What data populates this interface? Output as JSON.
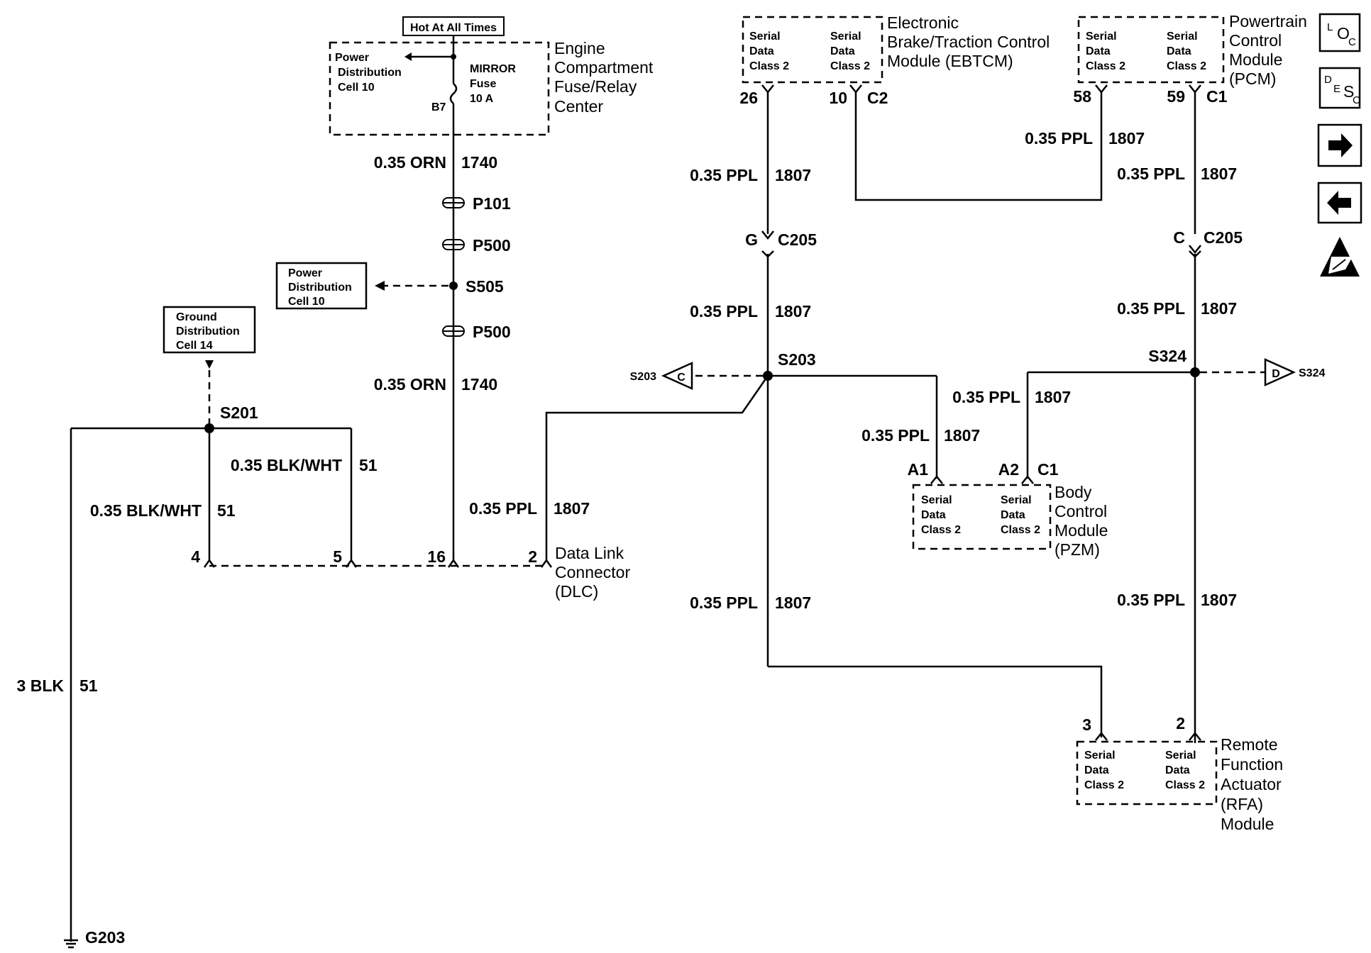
{
  "hot_at_all_times": "Hot At All Times",
  "fuse_center": {
    "title": [
      "Engine",
      "Compartment",
      "Fuse/Relay",
      "Center"
    ],
    "pdc": [
      "Power",
      "Distribution",
      "Cell 10"
    ],
    "fuse": [
      "MIRROR",
      "Fuse",
      "10 A"
    ],
    "b7": "B7"
  },
  "wires": {
    "orn1": "0.35 ORN",
    "orn1_num": "1740",
    "orn2": "0.35 ORN",
    "orn2_num": "1740",
    "p101": "P101",
    "p500a": "P500",
    "p500b": "P500",
    "s505": "S505",
    "blkwht1": "0.35 BLK/WHT",
    "blkwht1_num": "51",
    "blkwht2": "0.35 BLK/WHT",
    "blkwht2_num": "51",
    "blk3": "3 BLK",
    "blk3_num": "51",
    "dlc_ppl": "0.35 PPL",
    "dlc_ppl_num": "1807",
    "ebt_ppl": "0.35 PPL",
    "ebt_ppl_num": "1807",
    "pcm_ppl1": "0.35 PPL",
    "pcm_ppl1_num": "1807",
    "pcm_ppl2": "0.35 PPL",
    "pcm_ppl2_num": "1807",
    "l_ppl2": "0.35 PPL",
    "l_ppl2_num": "1807",
    "r_ppl2": "0.35 PPL",
    "r_ppl2_num": "1807",
    "bcm_ppl1": "0.35 PPL",
    "bcm_ppl1_num": "1807",
    "bcm_ppl2": "0.35 PPL",
    "bcm_ppl2_num": "1807",
    "l_ppl3": "0.35 PPL",
    "l_ppl3_num": "1807",
    "r_ppl3": "0.35 PPL",
    "r_ppl3_num": "1807"
  },
  "pdc_cell10_box": [
    "Power",
    "Distribution",
    "Cell 10"
  ],
  "gdc_cell14_box": [
    "Ground",
    "Distribution",
    "Cell 14"
  ],
  "splices": {
    "s201": "S201",
    "s203": "S203",
    "s324": "S324"
  },
  "offpage": {
    "s203": "S203",
    "s203_letter": "C",
    "s324": "S324",
    "s324_letter": "D"
  },
  "ground": "G203",
  "dlc": {
    "title": [
      "Data Link",
      "Connector",
      "(DLC)"
    ],
    "pins": [
      "4",
      "5",
      "16",
      "2"
    ]
  },
  "ebtcm": {
    "title": [
      "Electronic",
      "Brake/Traction Control",
      "Module (EBTCM)"
    ],
    "serial_left": [
      "Serial",
      "Data",
      "Class 2"
    ],
    "serial_right": [
      "Serial",
      "Data",
      "Class 2"
    ],
    "pin_left": "26",
    "pin_right": "10",
    "conn": "C2"
  },
  "pcm": {
    "title": [
      "Powertrain",
      "Control",
      "Module",
      "(PCM)"
    ],
    "serial_left": [
      "Serial",
      "Data",
      "Class 2"
    ],
    "serial_right": [
      "Serial",
      "Data",
      "Class 2"
    ],
    "pin_left": "58",
    "pin_right": "59",
    "conn": "C1"
  },
  "c205": {
    "left_pin": "G",
    "left_label": "C205",
    "right_pin": "C",
    "right_label": "C205"
  },
  "bcm": {
    "title": [
      "Body",
      "Control",
      "Module",
      "(PZM)"
    ],
    "serial_left": [
      "Serial",
      "Data",
      "Class 2"
    ],
    "serial_right": [
      "Serial",
      "Data",
      "Class 2"
    ],
    "pin_a1": "A1",
    "pin_a2": "A2",
    "conn": "C1"
  },
  "rfa": {
    "title": [
      "Remote",
      "Function",
      "Actuator",
      "(RFA)",
      "Module"
    ],
    "serial_left": [
      "Serial",
      "Data",
      "Class 2"
    ],
    "serial_right": [
      "Serial",
      "Data",
      "Class 2"
    ],
    "pin_left": "3",
    "pin_right": "2"
  },
  "nav": {
    "loc": {
      "main": "L",
      "sub1": "O",
      "sub2": "C"
    },
    "desc": {
      "main": "D",
      "sub1": "E",
      "sub2": "S",
      "sub3": "C"
    },
    "icons": [
      "next-arrow-icon",
      "back-arrow-icon",
      "esd-warning-icon"
    ]
  }
}
